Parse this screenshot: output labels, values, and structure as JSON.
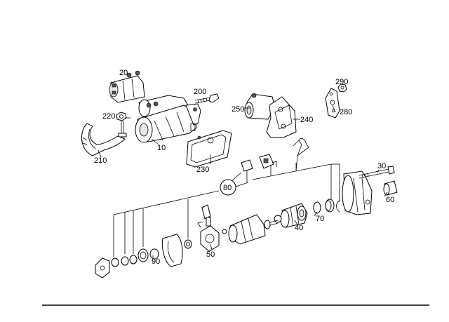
{
  "labels": {
    "p10": "10",
    "p20": "20",
    "p30": "30",
    "p40": "40",
    "p50": "50",
    "p60": "60",
    "p70": "70",
    "p80": "80",
    "p90": "90",
    "p200": "200",
    "p210": "210",
    "p220": "220",
    "p230": "230",
    "p240": "240",
    "p250": "250",
    "p280": "280",
    "p290": "290"
  }
}
